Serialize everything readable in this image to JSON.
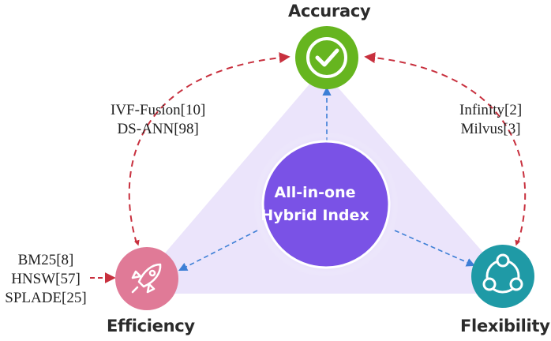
{
  "nodes": {
    "accuracy": {
      "label": "Accuracy",
      "color": "#66b51f",
      "icon": "check-icon"
    },
    "efficiency": {
      "label": "Efficiency",
      "color": "#e07a97",
      "icon": "rocket-icon"
    },
    "flexibility": {
      "label": "Flexibility",
      "color": "#1f9aa6",
      "icon": "share-nodes-icon"
    },
    "center": {
      "line1": "All-in-one",
      "line2": "Hybrid Index",
      "color": "#7a52e6"
    }
  },
  "references": {
    "accuracy_efficiency": [
      "IVF-Fusion[10]",
      "DS-ANN[98]"
    ],
    "accuracy_flexibility": [
      "Infinity[2]",
      "Milvus[3]"
    ],
    "efficiency": [
      "BM25[8]",
      "HNSW[57]",
      "SPLADE[25]"
    ]
  },
  "colors": {
    "triangle": "#ebe4fb",
    "red_arrow": "#c8303e",
    "blue_arrow": "#3d7fd6"
  }
}
